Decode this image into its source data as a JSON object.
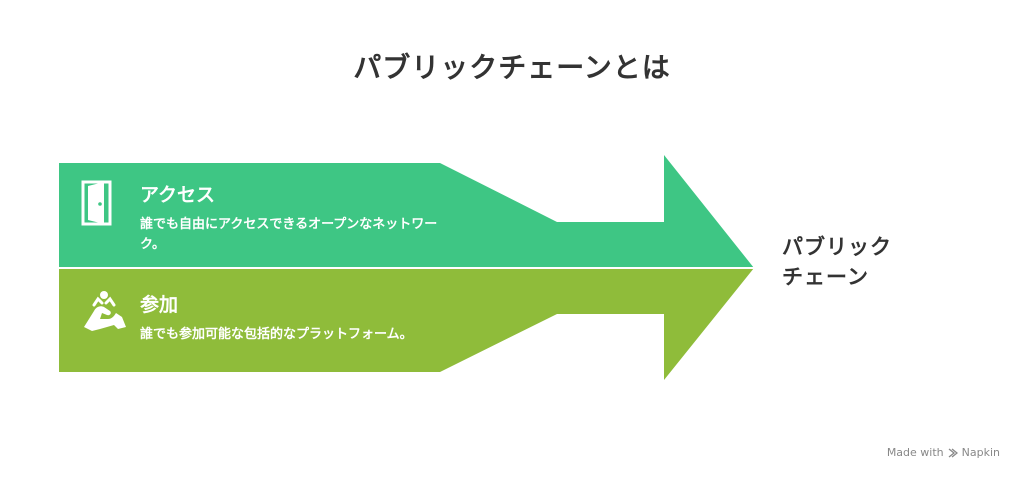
{
  "title": "パブリックチェーンとは",
  "arrow_label_lines": [
    "パブリック",
    "チェーン"
  ],
  "bands": [
    {
      "title": "アクセス",
      "description": "誰でも自由にアクセスできるオープンなネットワーク。",
      "icon": "door-icon",
      "color": "#3ec684"
    },
    {
      "title": "参加",
      "description": "誰でも参加可能な包括的なプラットフォーム。",
      "icon": "joined-hands-icon",
      "color": "#8fbc3a"
    }
  ],
  "watermark": {
    "prefix": "Made with",
    "brand": "Napkin"
  }
}
